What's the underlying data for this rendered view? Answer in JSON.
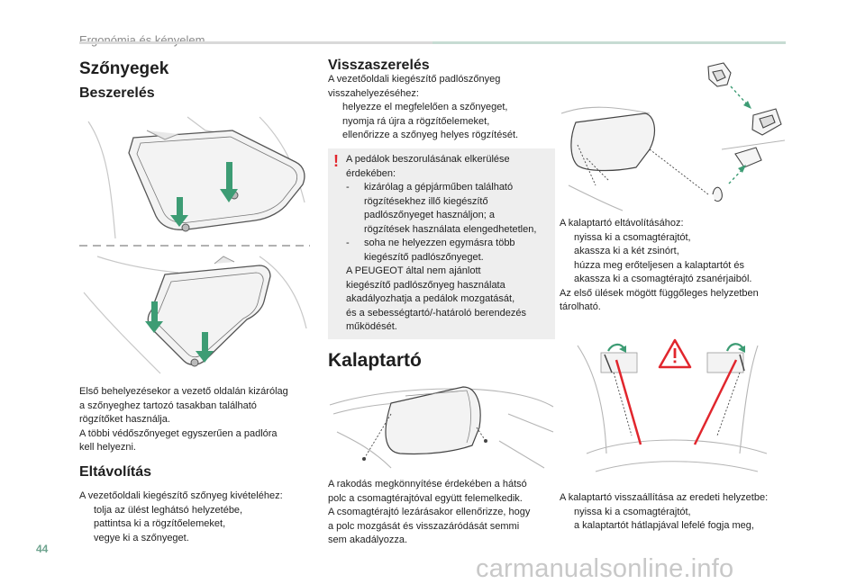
{
  "header": {
    "section_title": "Ergonómia és kényelem"
  },
  "page_number": "44",
  "watermark": "carmanualsonline.info",
  "left": {
    "title": "Szőnyegek",
    "install_heading": "Beszerelés",
    "install_para": [
      "Első behelyezésekor a vezető oldalán kizárólag",
      "a szőnyeghez tartozó tasakban található",
      "rögzítőket használja.",
      "A többi védőszőnyeget egyszerűen a padlóra",
      "kell helyezni."
    ],
    "removal_heading": "Eltávolítás",
    "removal_intro": "A vezetőoldali kiegészítő szőnyeg kivételéhez:",
    "removal_steps": [
      "tolja az ülést leghátsó helyzetébe,",
      "pattintsa ki a rögzítőelemeket,",
      "vegye ki a szőnyeget."
    ]
  },
  "middle": {
    "reinstall_heading": "Visszaszerelés",
    "reinstall_intro": [
      "A vezetőoldali kiegészítő padlószőnyeg",
      "visszahelyezéséhez:"
    ],
    "reinstall_steps": [
      "helyezze el megfelelően a szőnyeget,",
      "nyomja rá újra a rögzítőelemeket,",
      "ellenőrizze a szőnyeg helyes rögzítését."
    ],
    "warning": {
      "intro": [
        "A pedálok beszorulásának elkerülése",
        "érdekében:"
      ],
      "items": [
        [
          "kizárólag a gépjárműben található",
          "rögzítésekhez illő kiegészítő",
          "padlószőnyeget használjon; a",
          "rögzítések használata elengedhetetlen,"
        ],
        [
          "soha ne helyezzen egymásra több",
          "kiegészítő padlószőnyeget."
        ]
      ],
      "outro": [
        "A PEUGEOT által nem ajánlott",
        "kiegészítő padlószőnyeg használata",
        "akadályozhatja a pedálok mozgatását,",
        "és a sebességtartó/-határoló berendezés",
        "működését."
      ]
    },
    "kalaptarto_heading": "Kalaptartó",
    "kalaptarto_para": [
      "A rakodás megkönnyítése érdekében a hátsó",
      "polc a csomagtérajtóval együtt felemelkedik.",
      "A csomagtérajtó lezárásakor ellenőrizze, hogy",
      "a polc mozgását és visszazáródását semmi",
      "sem akadályozza."
    ]
  },
  "right": {
    "removal_intro": "A kalaptartó eltávolításához:",
    "removal_steps": [
      [
        "nyissa ki a csomagtérajtót,"
      ],
      [
        "akassza ki a két zsinórt,"
      ],
      [
        "húzza meg erőteljesen a kalaptartót és",
        "akassza ki a csomagtérajtó zsanérjaiból."
      ]
    ],
    "removal_outro": [
      "Az első ülések mögött függőleges helyzetben",
      "tárolható."
    ],
    "restore_intro": "A kalaptartó visszaállítása az eredeti helyzetbe:",
    "restore_steps": [
      "nyissa ki a csomagtérajtót,",
      "a kalaptartót hátlapjával lefelé fogja meg,"
    ]
  },
  "bullet_glyph": "",
  "colors": {
    "accent_green": "#6fa48f",
    "arrow_green": "#3d9c74",
    "warning_red": "#e1262d"
  }
}
